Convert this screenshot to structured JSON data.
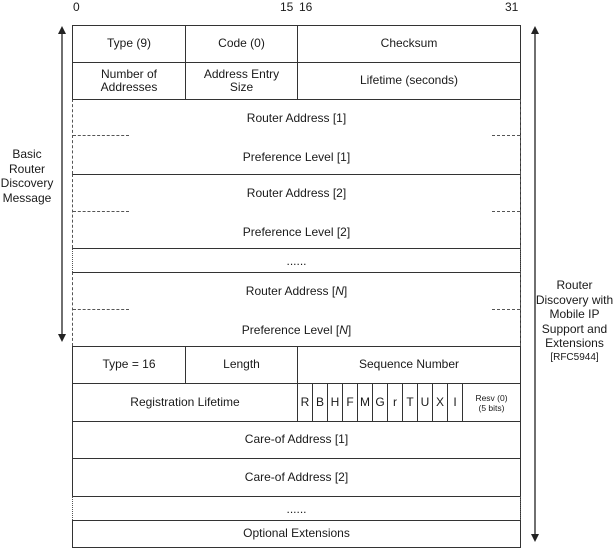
{
  "bit_labels": {
    "start": "0",
    "mid_a": "15",
    "mid_b": "16",
    "end": "31"
  },
  "side_labels": {
    "left": [
      "Basic",
      "Router",
      "Discovery",
      "Message"
    ],
    "right": [
      "Router",
      "Discovery with",
      "Mobile IP",
      "Support and",
      "Extensions"
    ],
    "right_ref": "[RFC5944]"
  },
  "basic": {
    "type": "Type (9)",
    "code": "Code (0)",
    "checksum": "Checksum",
    "num_addresses_1": "Number of",
    "num_addresses_2": "Addresses",
    "entry_size_1": "Address Entry",
    "entry_size_2": "Size",
    "lifetime": "Lifetime (seconds)",
    "router_1": "Router Address [1]",
    "pref_1": "Preference Level [1]",
    "router_2": "Router Address [2]",
    "pref_2": "Preference Level [2]",
    "ellipsis": "......",
    "router_n_prefix": "Router Address [",
    "router_n_var": "N",
    "router_n_suffix": "]",
    "pref_n_prefix": "Preference Level [",
    "pref_n_var": "N",
    "pref_n_suffix": "]"
  },
  "mobile": {
    "type": "Type = 16",
    "length": "Length",
    "sequence": "Sequence Number",
    "reg_lifetime": "Registration Lifetime",
    "flags": [
      "R",
      "B",
      "H",
      "F",
      "M",
      "G",
      "r",
      "T",
      "U",
      "X",
      "I"
    ],
    "resv_1": "Resv (0)",
    "resv_2": "(5 bits)",
    "coa_1": "Care-of Address [1]",
    "coa_2": "Care-of Address [2]",
    "ellipsis": "......",
    "optional": "Optional Extensions"
  }
}
